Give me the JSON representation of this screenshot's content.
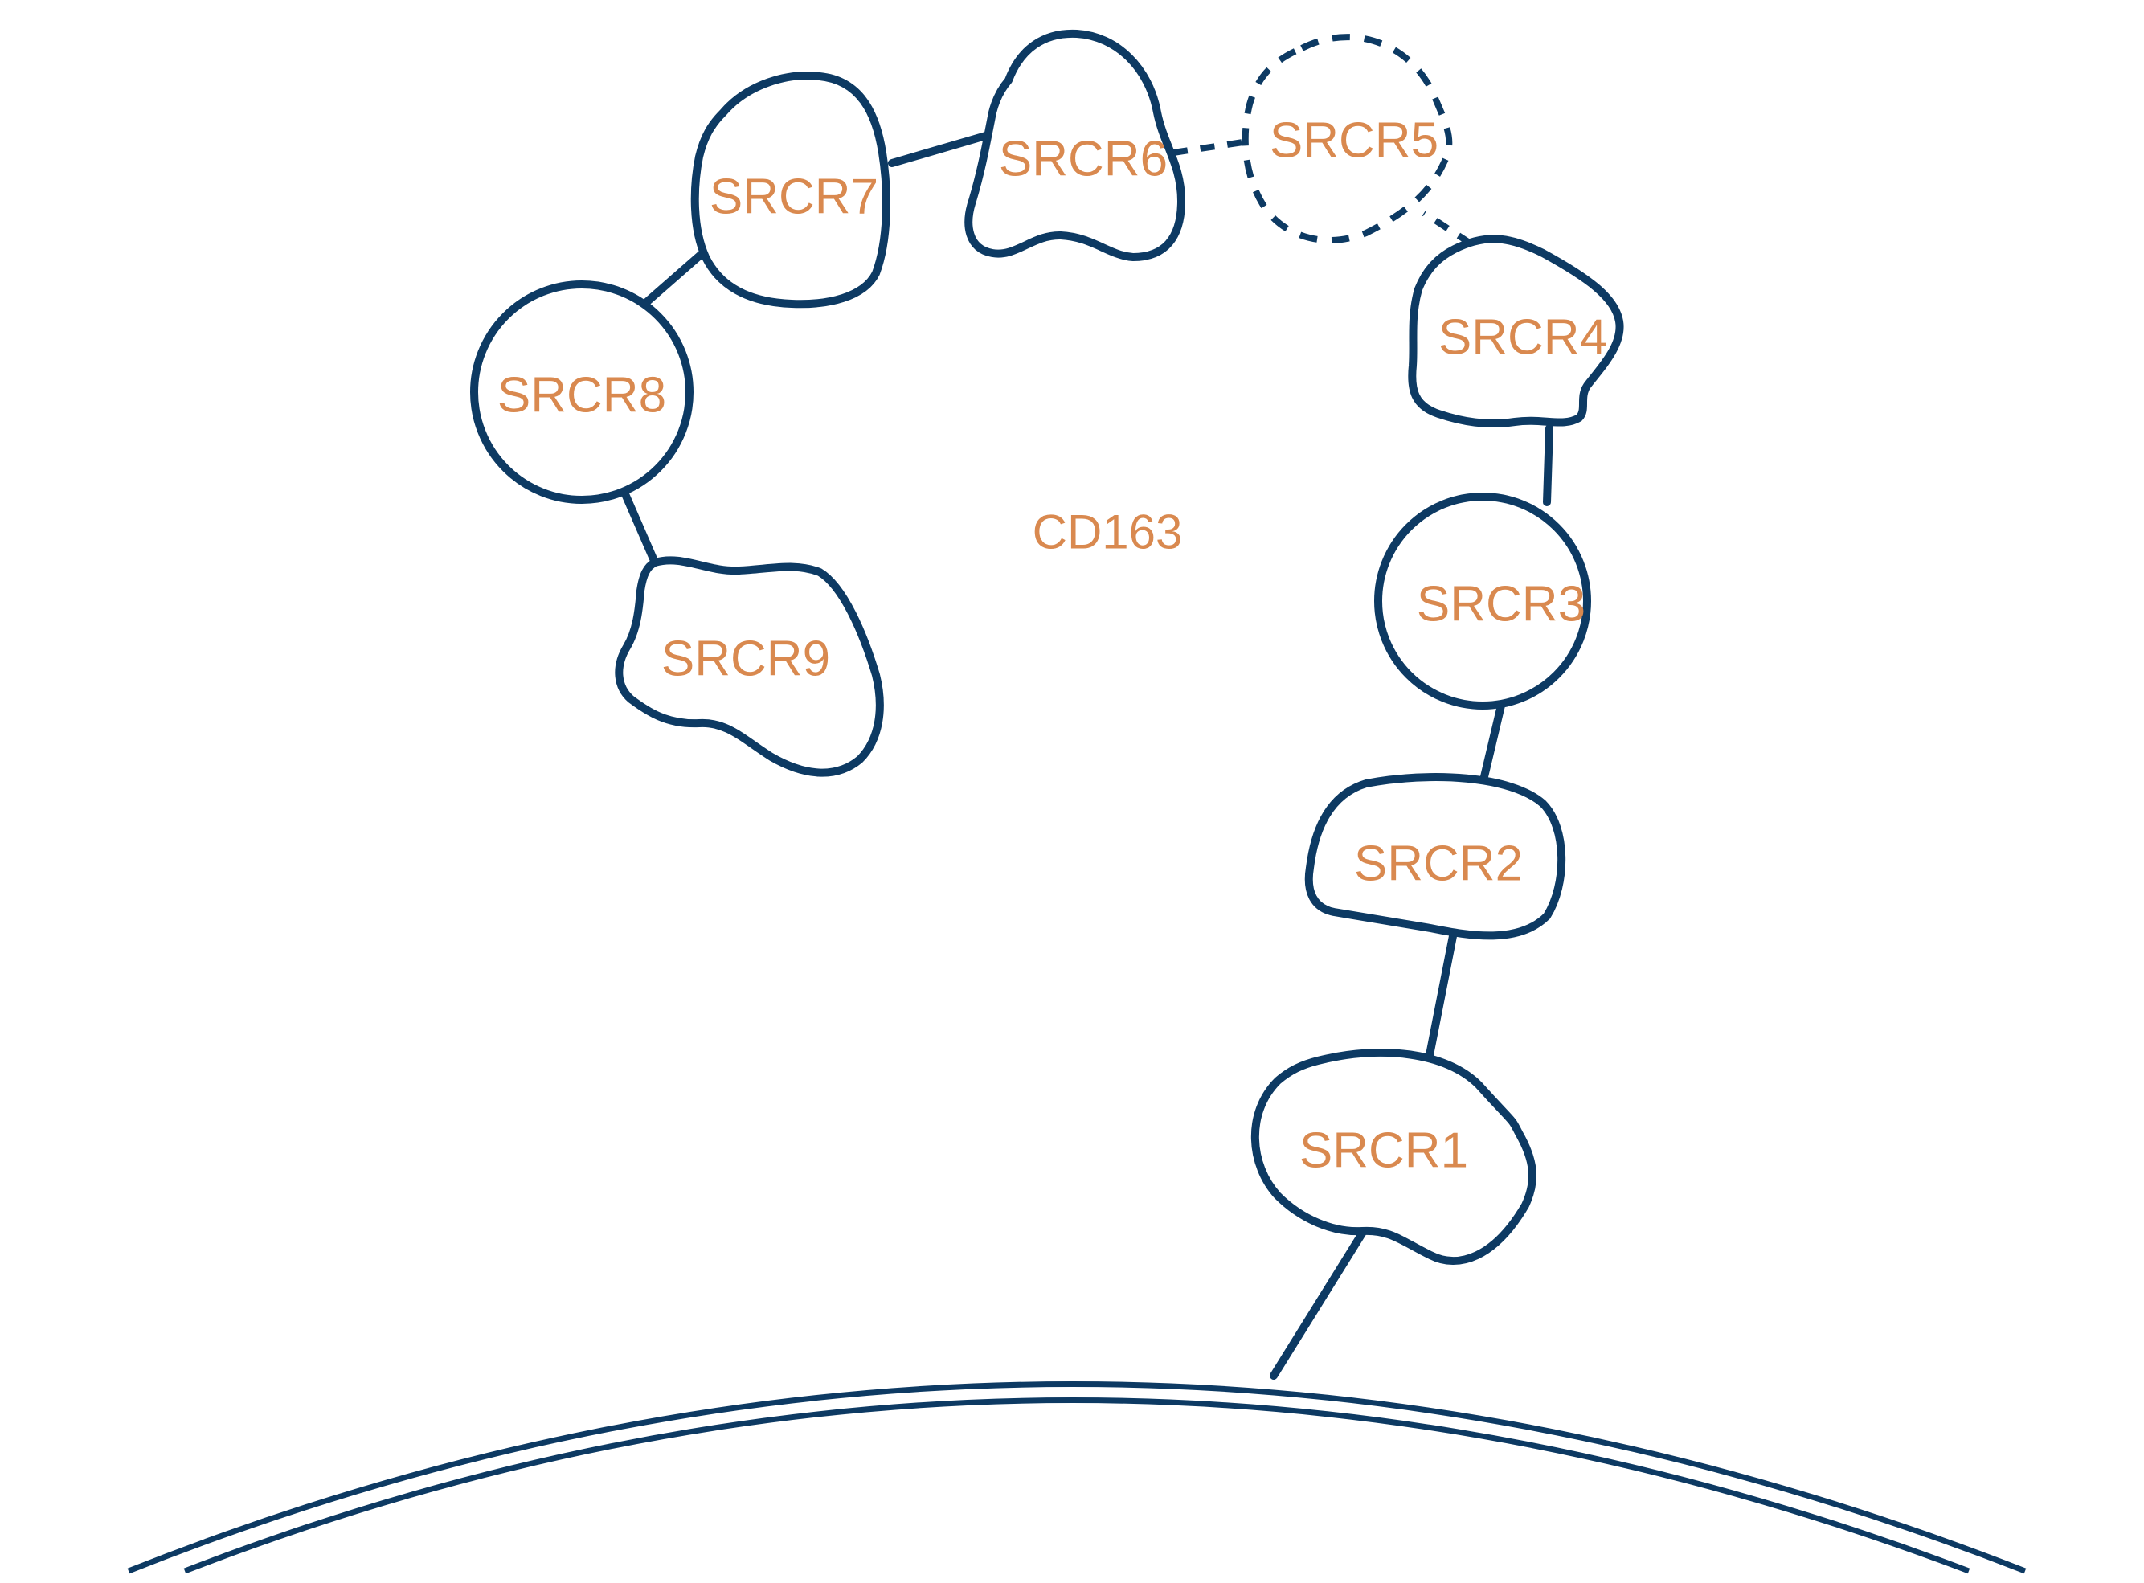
{
  "colors": {
    "outline": "#0d3a63",
    "label": "#d9894f",
    "background": "#ffffff"
  },
  "protein_label": "CD163",
  "domains": [
    {
      "id": "srcr1",
      "label": "SRCR1",
      "style": "solid"
    },
    {
      "id": "srcr2",
      "label": "SRCR2",
      "style": "solid"
    },
    {
      "id": "srcr3",
      "label": "SRCR3",
      "style": "solid"
    },
    {
      "id": "srcr4",
      "label": "SRCR4",
      "style": "solid"
    },
    {
      "id": "srcr5",
      "label": "SRCR5",
      "style": "dashed"
    },
    {
      "id": "srcr6",
      "label": "SRCR6",
      "style": "solid"
    },
    {
      "id": "srcr7",
      "label": "SRCR7",
      "style": "solid"
    },
    {
      "id": "srcr8",
      "label": "SRCR8",
      "style": "solid"
    },
    {
      "id": "srcr9",
      "label": "SRCR9",
      "style": "solid"
    }
  ]
}
